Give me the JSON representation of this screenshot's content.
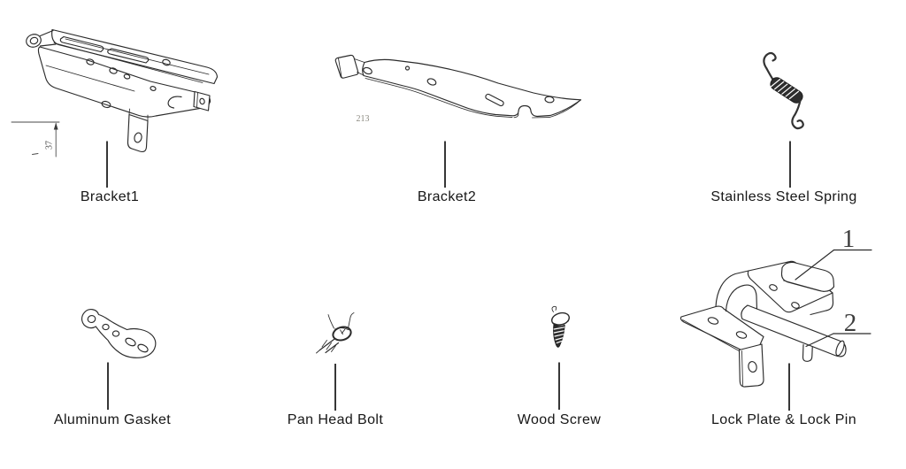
{
  "palette": {
    "background": "#ffffff",
    "line": "#2b2b2b",
    "label_text": "#161616",
    "faint_dim_text": "#8a887f"
  },
  "parts": [
    {
      "name": "bracket1",
      "label": "Bracket1"
    },
    {
      "name": "bracket2",
      "label": "Bracket2"
    },
    {
      "name": "stainless-steel-spring",
      "label": "Stainless Steel Spring"
    },
    {
      "name": "aluminum-gasket",
      "label": "Aluminum Gasket"
    },
    {
      "name": "pan-head-bolt",
      "label": "Pan Head Bolt"
    },
    {
      "name": "wood-screw",
      "label": "Wood Screw"
    },
    {
      "name": "lock-plate-lock-pin",
      "label": "Lock Plate & Lock Pin"
    }
  ],
  "annotations": {
    "bracket1_height_dim": "37",
    "bracket2_length_dim": "213",
    "lock_plate_callout": "1",
    "lock_pin_callout": "2"
  }
}
